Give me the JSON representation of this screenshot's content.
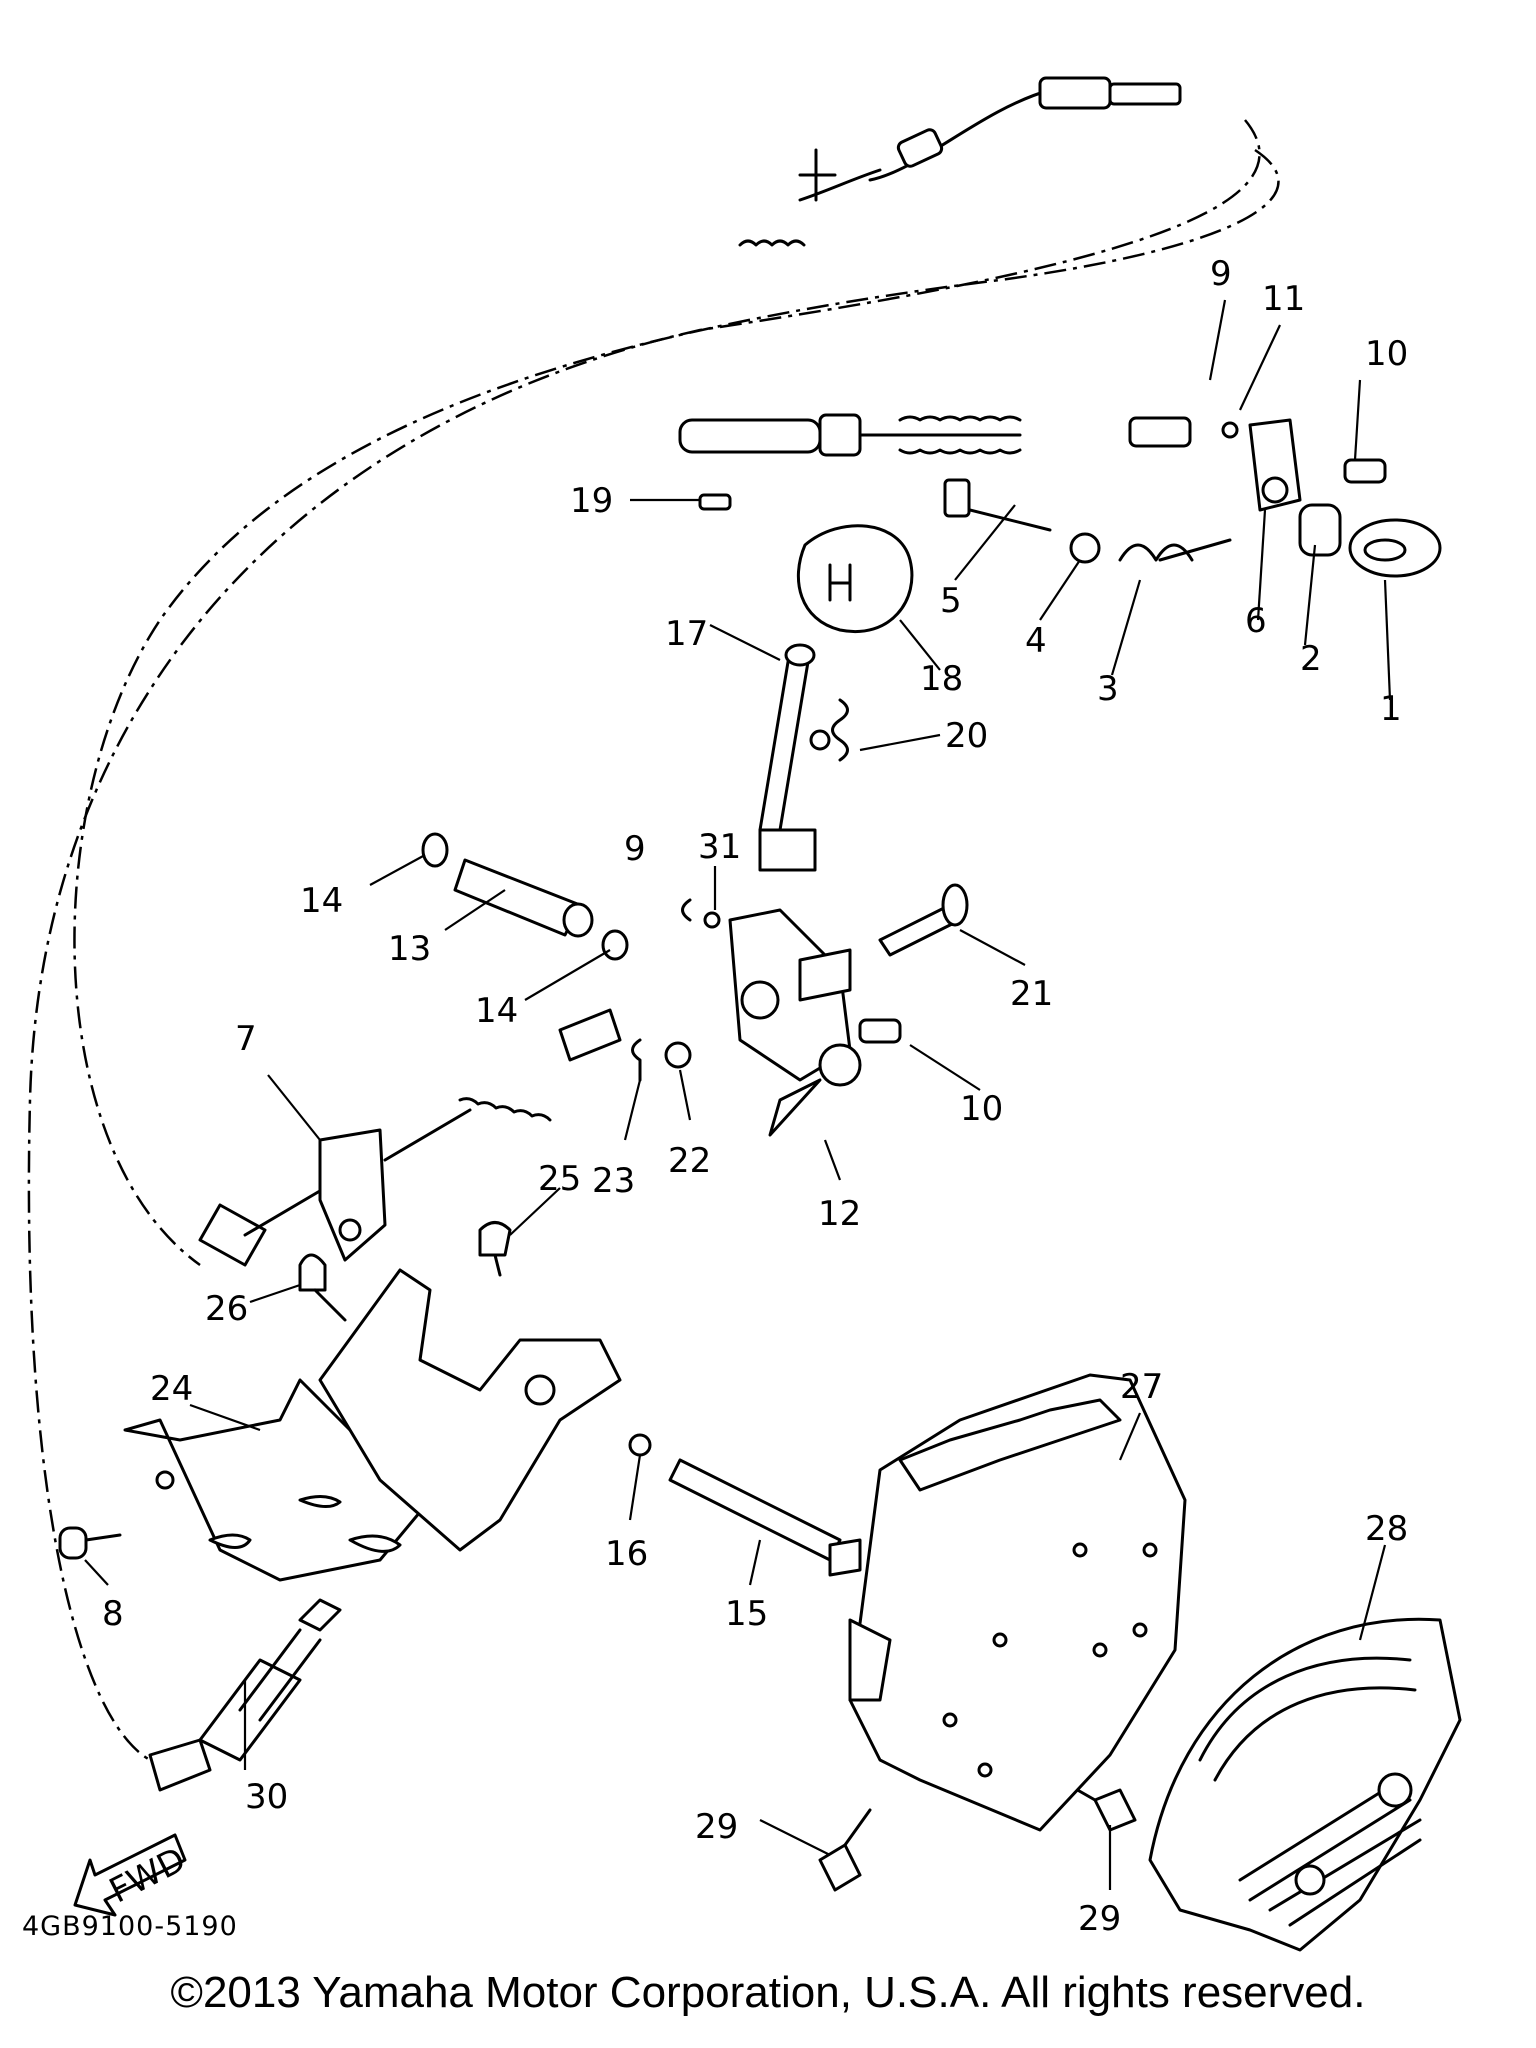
{
  "diagram": {
    "part_number": "4GB9100-5190",
    "copyright": "©2013 Yamaha Motor Corporation, U.S.A. All rights reserved.",
    "fwd_label": "FWD",
    "callouts": {
      "c1": "1",
      "c2": "2",
      "c3": "3",
      "c4": "4",
      "c5": "5",
      "c6": "6",
      "c7": "7",
      "c8": "8",
      "c9a": "9",
      "c9b": "9",
      "c10a": "10",
      "c10b": "10",
      "c11": "11",
      "c12": "12",
      "c13": "13",
      "c14a": "14",
      "c14b": "14",
      "c15": "15",
      "c16": "16",
      "c17": "17",
      "c18": "18",
      "c19": "19",
      "c20": "20",
      "c21": "21",
      "c22": "22",
      "c23": "23",
      "c24": "24",
      "c25": "25",
      "c26": "26",
      "c27": "27",
      "c28": "28",
      "c29a": "29",
      "c29b": "29",
      "c30": "30",
      "c31": "31"
    }
  }
}
